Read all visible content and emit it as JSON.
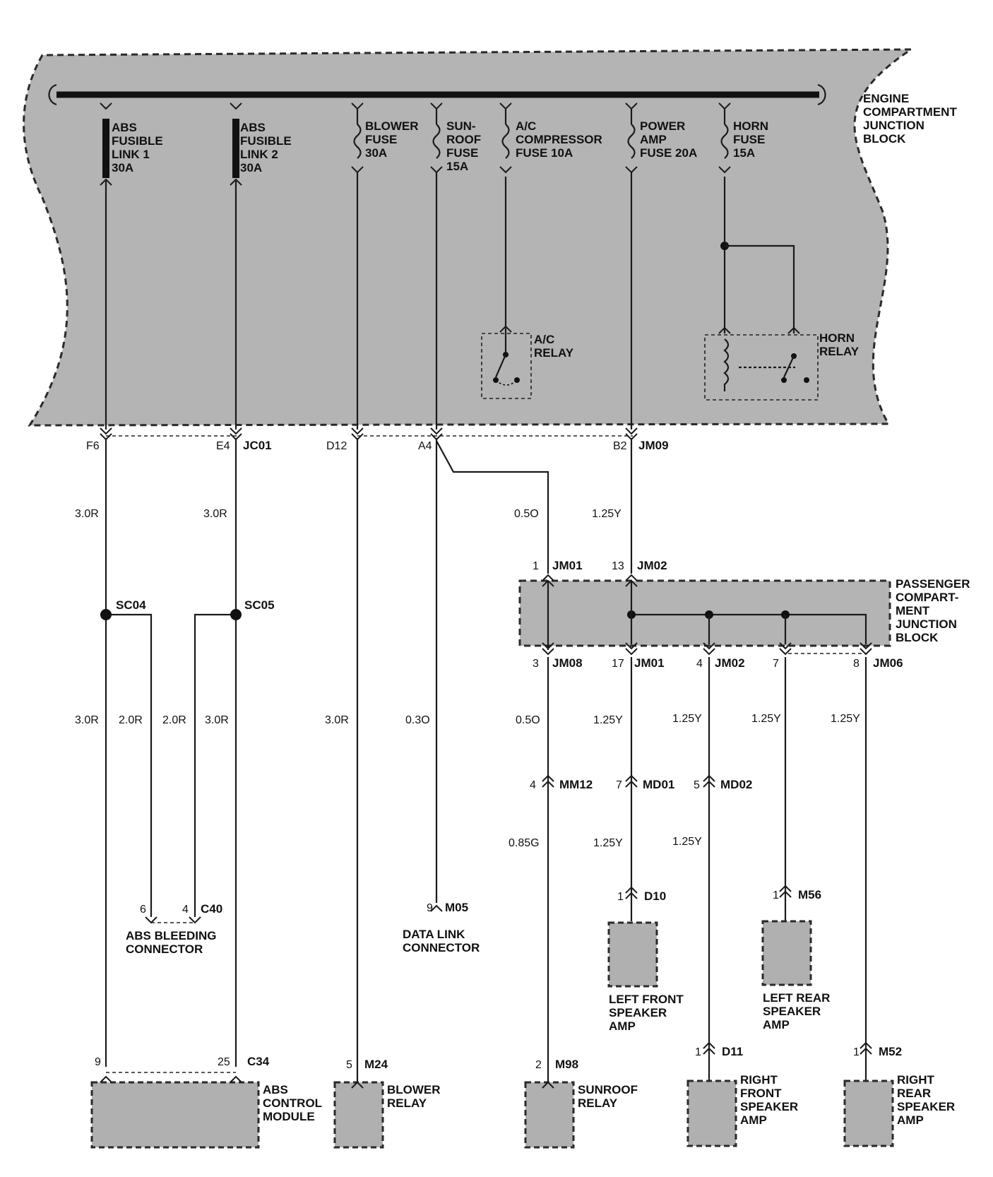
{
  "engine_block": {
    "label": [
      "ENGINE",
      "COMPARTMENT",
      "JUNCTION",
      "BLOCK"
    ],
    "fuses": [
      {
        "id": "abs1",
        "lines": [
          "ABS",
          "FUSIBLE",
          "LINK 1",
          "30A"
        ],
        "kind": "link"
      },
      {
        "id": "abs2",
        "lines": [
          "ABS",
          "FUSIBLE",
          "LINK 2",
          "30A"
        ],
        "kind": "link"
      },
      {
        "id": "blower",
        "lines": [
          "BLOWER",
          "FUSE",
          "30A"
        ],
        "kind": "fuse"
      },
      {
        "id": "sunroof",
        "lines": [
          "SUN-",
          "ROOF",
          "FUSE",
          "15A"
        ],
        "kind": "fuse"
      },
      {
        "id": "ac",
        "lines": [
          "A/C",
          "COMPRESSOR",
          "FUSE 10A"
        ],
        "kind": "fuse"
      },
      {
        "id": "amp",
        "lines": [
          "POWER",
          "AMP",
          "FUSE 20A"
        ],
        "kind": "fuse"
      },
      {
        "id": "horn",
        "lines": [
          "HORN",
          "FUSE",
          "15A"
        ],
        "kind": "fuse"
      }
    ],
    "ac_relay": [
      "A/C",
      "RELAY"
    ],
    "horn_relay": [
      "HORN",
      "RELAY"
    ],
    "pins": [
      "F6",
      "E4",
      "D12",
      "A4",
      "B2"
    ],
    "connectors": [
      "JC01",
      "JM09"
    ]
  },
  "passenger_block": {
    "label": [
      "PASSENGER",
      "COMPART-",
      "MENT",
      "JUNCTION",
      "BLOCK"
    ],
    "in_pins": [
      {
        "pin": "1",
        "conn": "JM01"
      },
      {
        "pin": "13",
        "conn": "JM02"
      }
    ],
    "out_pins": [
      {
        "pin": "3",
        "conn": "JM08"
      },
      {
        "pin": "17",
        "conn": "JM01"
      },
      {
        "pin": "4",
        "conn": "JM02"
      },
      {
        "pin": "7",
        "conn": ""
      },
      {
        "pin": "8",
        "conn": "JM06"
      }
    ]
  },
  "splices": [
    "SC04",
    "SC05"
  ],
  "wires": {
    "top": [
      "3.0R",
      "3.0R",
      "0.5O",
      "1.25Y"
    ],
    "mid": [
      "3.0R",
      "2.0R",
      "2.0R",
      "3.0R",
      "3.0R",
      "0.3O",
      "0.5O",
      "1.25Y",
      "1.25Y",
      "1.25Y",
      "1.25Y"
    ],
    "lower": [
      "0.85G",
      "1.25Y",
      "1.25Y"
    ]
  },
  "inline_connectors": [
    {
      "pin": "4",
      "conn": "MM12"
    },
    {
      "pin": "7",
      "conn": "MD01"
    },
    {
      "pin": "5",
      "conn": "MD02"
    }
  ],
  "components": {
    "abs_bleeding": {
      "pins": [
        "6",
        "4"
      ],
      "conn": "C40",
      "label": [
        "ABS BLEEDING",
        "CONNECTOR"
      ]
    },
    "data_link": {
      "pin": "9",
      "conn": "M05",
      "label": [
        "DATA LINK",
        "CONNECTOR"
      ]
    },
    "lf_amp": {
      "pin": "1",
      "conn": "D10",
      "label": [
        "LEFT FRONT",
        "SPEAKER",
        "AMP"
      ]
    },
    "lr_amp": {
      "pin": "1",
      "conn": "M56",
      "label": [
        "LEFT REAR",
        "SPEAKER",
        "AMP"
      ]
    },
    "abs_module": {
      "pins": [
        "9",
        "25"
      ],
      "conn": "C34",
      "label": [
        "ABS",
        "CONTROL",
        "MODULE"
      ]
    },
    "blower_relay": {
      "pin": "5",
      "conn": "M24",
      "label": [
        "BLOWER",
        "RELAY"
      ]
    },
    "sunroof_relay": {
      "pin": "2",
      "conn": "M98",
      "label": [
        "SUNROOF",
        "RELAY"
      ]
    },
    "rf_amp": {
      "pin": "1",
      "conn": "D11",
      "label": [
        "RIGHT",
        "FRONT",
        "SPEAKER",
        "AMP"
      ]
    },
    "rr_amp": {
      "pin": "1",
      "conn": "M52",
      "label": [
        "RIGHT",
        "REAR",
        "SPEAKER",
        "AMP"
      ]
    }
  }
}
